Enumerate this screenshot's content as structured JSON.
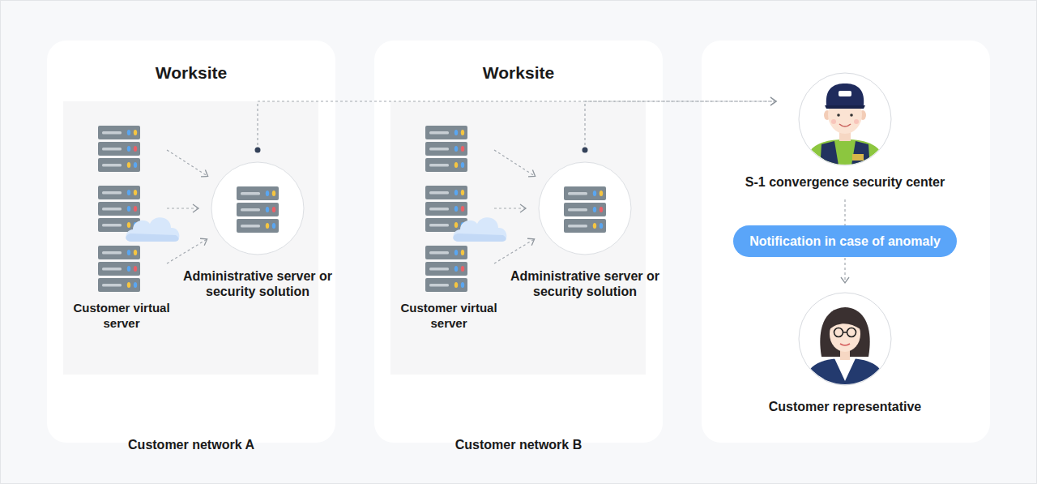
{
  "diagram": {
    "nodes": [
      {
        "text": [
          "Worksite",
          "Customer network A"
        ]
      },
      {
        "text": [
          "Customer virtual server"
        ],
        "in": 0
      },
      {
        "text": [
          "Administrative server or security solution"
        ],
        "in": 0
      },
      {
        "text": [
          "Worksite",
          "Customer network B"
        ]
      },
      {
        "text": [
          "Customer virtual server"
        ],
        "in": 3
      },
      {
        "text": [
          "Administrative server or security solution"
        ],
        "in": 3
      },
      {
        "text": [
          "S-1 convergence security center"
        ]
      },
      {
        "text": [
          "Customer representative"
        ]
      }
    ],
    "edges": [
      {
        "from": 1,
        "to": 2,
        "arrow": "to"
      },
      {
        "from": 1,
        "to": 2,
        "arrow": "to"
      },
      {
        "from": 1,
        "to": 2,
        "arrow": "to"
      },
      {
        "from": 4,
        "to": 5,
        "arrow": "to"
      },
      {
        "from": 4,
        "to": 5,
        "arrow": "to"
      },
      {
        "from": 4,
        "to": 5,
        "arrow": "to"
      },
      {
        "from": 2,
        "to": 6,
        "arrow": "to"
      },
      {
        "from": 5,
        "to": 6,
        "arrow": "to"
      },
      {
        "from": 6,
        "to": 7,
        "label": "Notification in case of anomaly",
        "arrow": "to"
      }
    ]
  }
}
